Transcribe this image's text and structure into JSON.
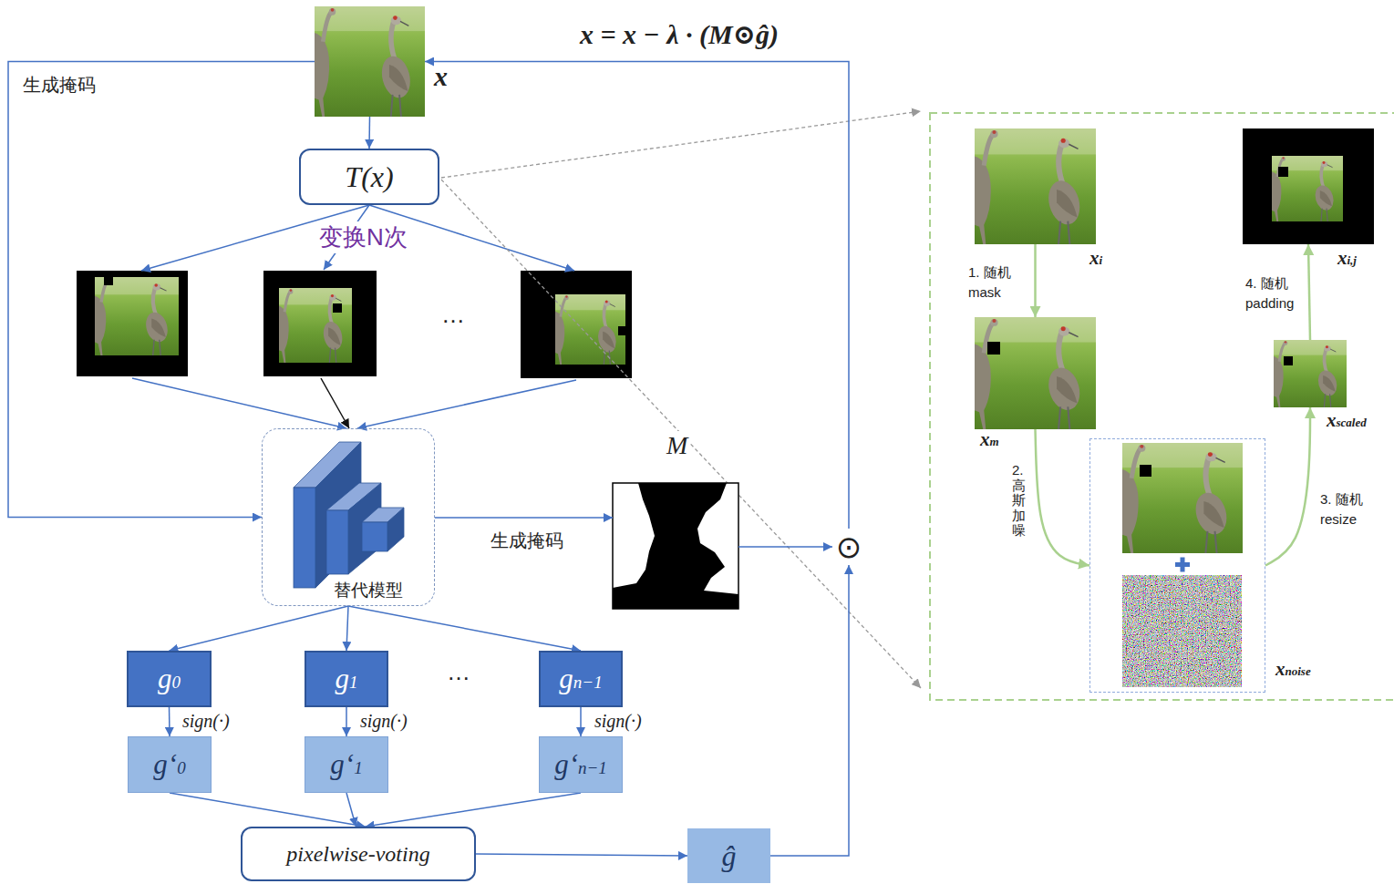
{
  "diagram": {
    "nodes": [
      {
        "text": [
          "x"
        ]
      },
      {
        "text": [
          "T(x)"
        ]
      },
      {
        "text": [
          "替代模型"
        ]
      },
      {
        "text": [
          "M"
        ]
      },
      {
        "text": [
          "⊙"
        ]
      },
      {
        "text": [
          "g0"
        ]
      },
      {
        "text": [
          "g1"
        ]
      },
      {
        "text": [
          "gn−1"
        ]
      },
      {
        "text": [
          "g‘0"
        ]
      },
      {
        "text": [
          "g‘1"
        ]
      },
      {
        "text": [
          "g‘n−1"
        ]
      },
      {
        "text": [
          "pixelwise-voting"
        ]
      },
      {
        "text": [
          "ĝ"
        ]
      },
      {
        "text": [
          "xi"
        ]
      },
      {
        "text": [
          "xm"
        ]
      },
      {
        "text": [
          "xnoise"
        ]
      },
      {
        "text": [
          "xscaled"
        ]
      },
      {
        "text": [
          "xi,j"
        ]
      }
    ],
    "edges": [
      {
        "from": 0,
        "to": 1,
        "arrow": "to"
      },
      {
        "from": 0,
        "to": 2,
        "label": "生成掩码",
        "arrow": "to"
      },
      {
        "from": 2,
        "to": 3,
        "label": "生成掩码",
        "arrow": "to"
      },
      {
        "from": 3,
        "to": 4,
        "arrow": "to"
      },
      {
        "from": 12,
        "to": 4,
        "arrow": "to"
      },
      {
        "from": 4,
        "to": 0,
        "label": "x = x − λ · (M⊙ĝ)",
        "arrow": "to"
      },
      {
        "from": 2,
        "to": 5,
        "arrow": "to"
      },
      {
        "from": 2,
        "to": 6,
        "arrow": "to"
      },
      {
        "from": 2,
        "to": 7,
        "arrow": "to"
      },
      {
        "from": 5,
        "to": 8,
        "label": "sign(·)",
        "arrow": "to"
      },
      {
        "from": 6,
        "to": 9,
        "label": "sign(·)",
        "arrow": "to"
      },
      {
        "from": 7,
        "to": 10,
        "label": "sign(·)",
        "arrow": "to"
      },
      {
        "from": 8,
        "to": 11,
        "arrow": "to"
      },
      {
        "from": 9,
        "to": 11,
        "arrow": "to"
      },
      {
        "from": 10,
        "to": 11,
        "arrow": "to"
      },
      {
        "from": 11,
        "to": 12,
        "arrow": "to"
      },
      {
        "from": 13,
        "to": 14,
        "label": "1. 随机 mask",
        "arrow": "to"
      },
      {
        "from": 14,
        "to": 15,
        "label": "2. 高斯加噪",
        "arrow": "to"
      },
      {
        "from": 15,
        "to": 16,
        "label": "3. 随机 resize",
        "arrow": "to"
      },
      {
        "from": 16,
        "to": 17,
        "label": "4. 随机 padding",
        "arrow": "to"
      }
    ],
    "labels": [
      "变换N次",
      "…",
      "…"
    ]
  }
}
